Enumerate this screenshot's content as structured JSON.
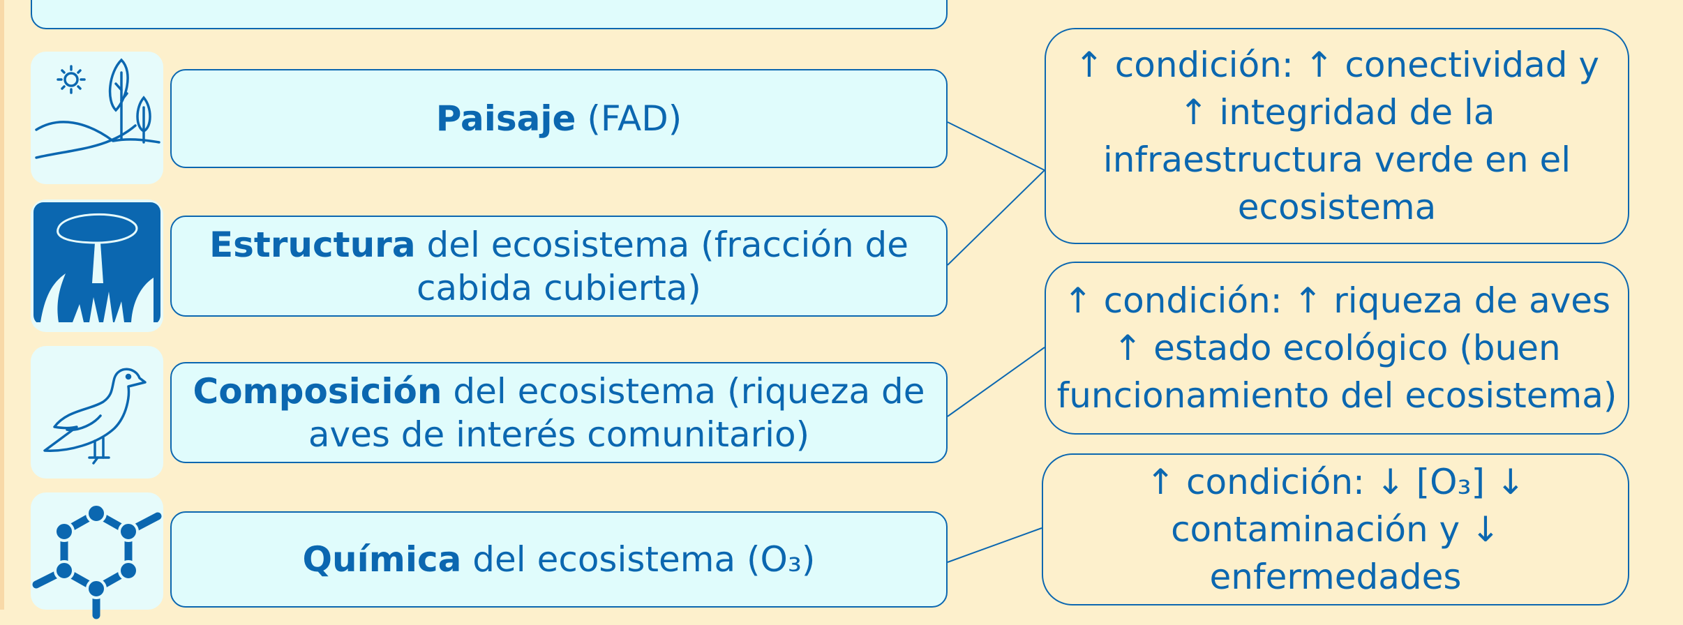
{
  "rows": [
    {
      "bold": "Paisaje",
      "rest": " (FAD)",
      "icon": "landscape-icon"
    },
    {
      "bold": "Estructura",
      "rest": " del ecosistema (fracción de cabida cubierta)",
      "icon": "forest-icon"
    },
    {
      "bold": "Composición",
      "rest": " del ecosistema (riqueza de aves de interés comunitario)",
      "icon": "bird-icon"
    },
    {
      "bold": "Química",
      "rest": " del ecosistema (O₃)",
      "icon": "molecule-icon"
    }
  ],
  "results": [
    {
      "lines": [
        "↑ condición: ↑ conectividad y",
        "↑ integridad de la",
        "infraestructura verde en el",
        "ecosistema"
      ]
    },
    {
      "lines": [
        "↑ condición: ↑ riqueza de aves",
        "↑ estado ecológico (buen",
        "funcionamiento del ecosistema)"
      ]
    },
    {
      "lines": [
        "↑ condición: ↓ [O₃] ↓",
        "contaminación y ↓",
        "enfermedades"
      ]
    }
  ],
  "colors": {
    "accent": "#0b67b0",
    "box_fill": "#e0fcfc",
    "background": "#fdf0cc"
  }
}
